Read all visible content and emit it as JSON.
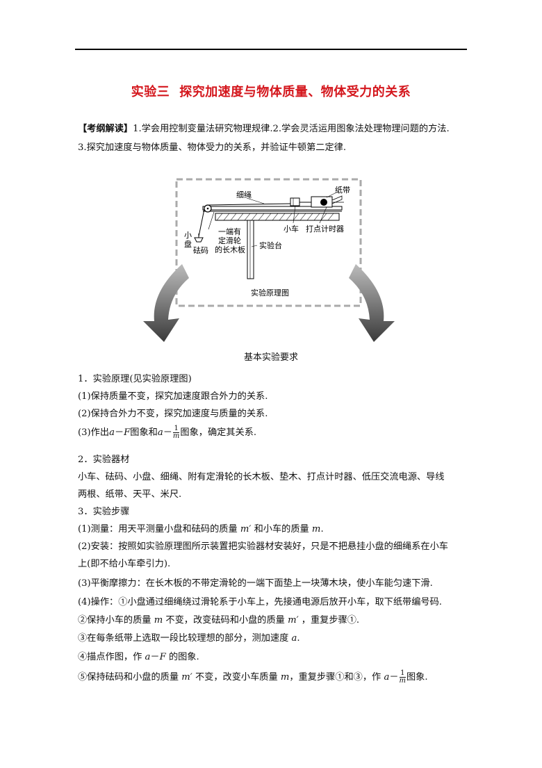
{
  "title": {
    "part1": "实验三",
    "part2": "探究加速度与物体质量、物体受力的关系"
  },
  "intro": {
    "tag": "【考纲解读】",
    "line1": "1.学会用控制变量法研究物理规律.2.学会灵活运用图象法处理物理问题的方法.",
    "line2": "3.探究加速度与物体质量、物体受力的关系，并验证牛顿第二定律."
  },
  "figure": {
    "caption": "实验原理图",
    "labels": {
      "rope": "细绳",
      "tape": "纸带",
      "cart": "小车",
      "timer": "打点计时器",
      "pan_1": "小",
      "pan_2": "盘",
      "weight": "砝码",
      "board_1": "一端有",
      "board_2": "定滑轮",
      "board_3": "的长木板",
      "table": "实验台"
    }
  },
  "section_title": "基本实验要求",
  "s1": {
    "heading": "1．实验原理(见实验原理图)",
    "i1": "(1)保持质量不变，探究加速度跟合外力的关系.",
    "i2": "(2)保持合外力不变，探究加速度与质量的关系.",
    "i3_pre": "(3)作出",
    "i3_a": "a",
    "i3_dash1": "－",
    "i3_f": "F",
    "i3_mid": "图象和",
    "i3_a2": "a",
    "i3_dash2": "－",
    "i3_num": "1",
    "i3_den": "m",
    "i3_post": "图象，确定其关系."
  },
  "s2": {
    "heading": "2．实验器材",
    "l1": "小车、砝码、小盘、细绳、附有定滑轮的长木板、垫木、打点计时器、低压交流电源、导线",
    "l2": "两根、纸带、天平、米尺."
  },
  "s3": {
    "heading": "3．实验步骤",
    "l1_pre": "(1)测量：用天平测量小盘和砝码的质量",
    "l1_m1": "m′",
    "l1_mid": "和小车的质量",
    "l1_m2": "m",
    "l1_post": ".",
    "l2": "(2)安装：按照如实验原理图所示装置把实验器材安装好，只是不把悬挂小盘的细绳系在小车",
    "l3": "上(即不给小车牵引力).",
    "l4": "(3)平衡摩擦力：在长木板的不带定滑轮的一端下面垫上一块薄木块，使小车能匀速下滑.",
    "l5": "(4)操作：①小盘通过细绳绕过滑轮系于小车上，先接通电源后放开小车，取下纸带编号码.",
    "l6_pre": "②保持小车的质量",
    "l6_m1": "m",
    "l6_mid": "不变，改变砝码和小盘的质量",
    "l6_m2": "m′",
    "l6_post": "，重复步骤①.",
    "l7_pre": "③在每条纸带上选取一段比较理想的部分，测加速度",
    "l7_a": "a",
    "l7_post": ".",
    "l8_pre": "④描点作图，作",
    "l8_a": "a",
    "l8_dash": "－",
    "l8_f": "F",
    "l8_post": "的图象.",
    "l9_pre": "⑤保持砝码和小盘的质量",
    "l9_m1": "m′",
    "l9_mid1": "不变，改变小车质量",
    "l9_m2": "m",
    "l9_mid2": "，重复步骤①和③，作",
    "l9_a": "a",
    "l9_dash": "－",
    "l9_num": "1",
    "l9_den": "m",
    "l9_post": "图象."
  }
}
